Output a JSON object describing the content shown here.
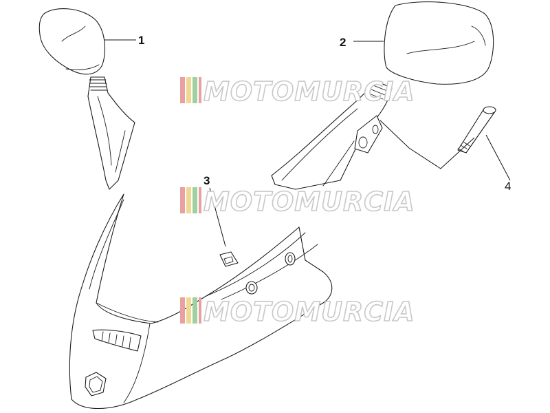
{
  "callouts": {
    "c1": "1",
    "c2": "2",
    "c3": "3",
    "c4": "4"
  },
  "watermark": {
    "text": "MOTOMURCIA",
    "stripe_colors": [
      "#e8a0a0",
      "#f0d890",
      "#a0d0a0",
      "#e8a0a0"
    ]
  }
}
